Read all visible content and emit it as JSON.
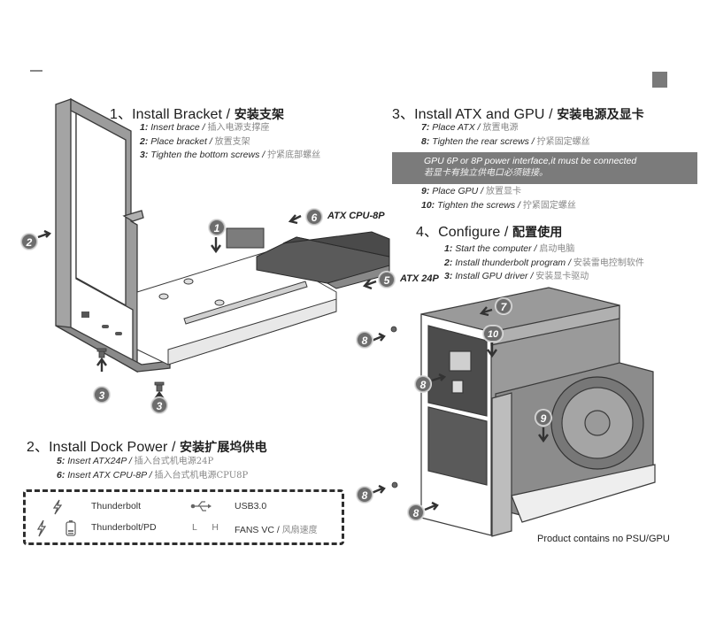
{
  "sections": [
    {
      "number": "1、",
      "title_en": "Install Bracket / ",
      "title_zh": "安装支架",
      "steps": [
        {
          "num": "1:",
          "en": "Insert brace / ",
          "zh": "插入电源支撑座"
        },
        {
          "num": "2:",
          "en": "Place bracket / ",
          "zh": "放置支架"
        },
        {
          "num": "3:",
          "en": "Tighten the bottom screws / ",
          "zh": "拧紧底部螺丝"
        }
      ]
    },
    {
      "number": "2、",
      "title_en": "Install Dock Power / ",
      "title_zh": "安装扩展坞供电",
      "steps": [
        {
          "num": "5:",
          "en": "Insert ATX24P / ",
          "zh": "插入台式机电源24P"
        },
        {
          "num": "6:",
          "en": "Insert ATX CPU-8P / ",
          "zh": "插入台式机电源CPU8P"
        }
      ]
    },
    {
      "number": "3、",
      "title_en": "Install ATX and GPU / ",
      "title_zh": "安装电源及显卡",
      "steps": [
        {
          "num": "7:",
          "en": "Place ATX / ",
          "zh": "放置电源"
        },
        {
          "num": "8:",
          "en": "Tighten the rear screws / ",
          "zh": "拧紧固定螺丝"
        }
      ],
      "notice": {
        "en": "GPU  6P or 8P power interface,it must be connected",
        "zh": "若显卡有独立供电口必须链接。"
      },
      "steps_after": [
        {
          "num": "9:",
          "en": "Place GPU / ",
          "zh": "放置显卡"
        },
        {
          "num": "10:",
          "en": "Tighten the screws / ",
          "zh": "拧紧固定螺丝"
        }
      ]
    },
    {
      "number": "4、",
      "title_en": "Configure / ",
      "title_zh": "配置使用",
      "steps": [
        {
          "num": "1:",
          "en": "Start the computer / ",
          "zh": "启动电脑"
        },
        {
          "num": "2:",
          "en": "Install thunderbolt program / ",
          "zh": "安装雷电控制软件"
        },
        {
          "num": "3:",
          "en": "Install GPU driver / ",
          "zh": "安装显卡驱动"
        }
      ]
    }
  ],
  "callouts": {
    "atx_cpu_8p": "ATX CPU-8P",
    "atx_24p": "ATX 24P"
  },
  "badges": {
    "b1": "1",
    "b2": "2",
    "b3a": "3",
    "b3b": "3",
    "b5": "5",
    "b6": "6",
    "b7": "7",
    "b8a": "8",
    "b8b": "8",
    "b8c": "8",
    "b8d": "8",
    "b9": "9",
    "b10": "10"
  },
  "legend": {
    "rows": [
      {
        "icon": "thunderbolt-icon",
        "label": "Thunderbolt",
        "icon2": "usb-icon",
        "label2": "USB3.0"
      },
      {
        "icon": "thunderbolt-battery-icon",
        "label": "Thunderbolt/PD",
        "switch_label": "L  H",
        "label2": "FANS VC / ",
        "label2_zh": "风扇速度"
      }
    ]
  },
  "footnote": "Product contains no PSU/GPU",
  "colors": {
    "badge": "#6d6d6d",
    "notice_bg": "#7b7b7b",
    "line": "#3a3a3a",
    "metal": "#9a9a9a"
  }
}
